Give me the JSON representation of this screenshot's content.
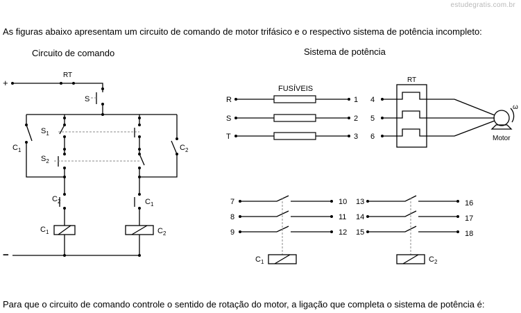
{
  "watermark": "estudegratis.com.br",
  "question_text": "As figuras abaixo apresentam um circuito de comando de motor trifásico e o respectivo sistema de potência incompleto:",
  "footer_text": "Para que o circuito de comando controle o sentido de rotação do motor, a ligação que completa o sistema de potência é:",
  "command_circuit": {
    "title": "Circuito de comando",
    "plus_label": "+",
    "minus_label": "−",
    "rt_label": "RT",
    "s_label": "S",
    "s1_label": "S",
    "s1_sub": "1",
    "s2_label": "S",
    "s2_sub": "2",
    "c1_left_label": "C",
    "c1_left_sub": "1",
    "c2_right_label": "C",
    "c2_right_sub": "2",
    "c2_left_label": "C",
    "c2_left_sub": "2",
    "c1_right_label": "C",
    "c1_right_sub": "1",
    "coil_c1_label": "C",
    "coil_c1_sub": "1",
    "coil_c2_label": "C",
    "coil_c2_sub": "2"
  },
  "power_system": {
    "title": "Sistema de potência",
    "fuses_label": "FUSÍVEIS",
    "rt_label": "RT",
    "motor_label": "Motor",
    "omega_label": "ω",
    "phases": [
      "R",
      "S",
      "T"
    ],
    "fuse_outputs": [
      "1",
      "2",
      "3"
    ],
    "relay_inputs": [
      "4",
      "5",
      "6"
    ],
    "contactor_c1": {
      "inputs": [
        "7",
        "8",
        "9"
      ],
      "outputs": [
        "10",
        "11",
        "12"
      ],
      "coil_label": "C",
      "coil_sub": "1"
    },
    "contactor_c2": {
      "inputs": [
        "13",
        "14",
        "15"
      ],
      "outputs": [
        "16",
        "17",
        "18"
      ],
      "coil_label": "C",
      "coil_sub": "2"
    }
  }
}
